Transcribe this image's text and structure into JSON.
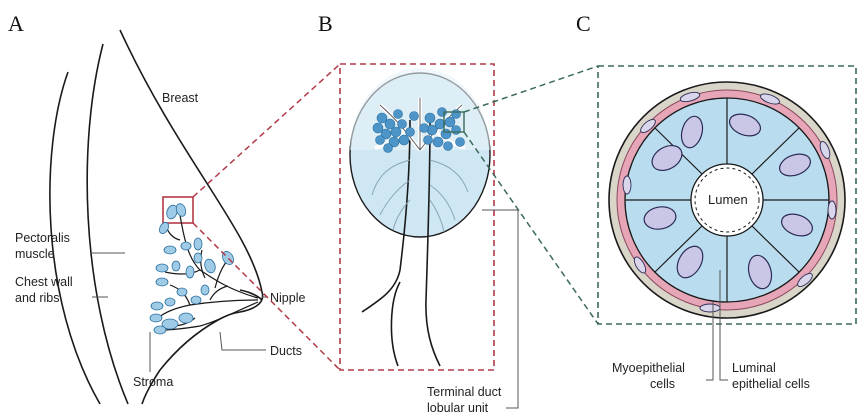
{
  "panels": {
    "a": "A",
    "b": "B",
    "c": "C"
  },
  "labels": {
    "breast": "Breast",
    "pectoralis_1": "Pectoralis",
    "pectoralis_2": "muscle",
    "chest_1": "Chest wall",
    "chest_2": "and ribs",
    "nipple": "Nipple",
    "ducts": "Ducts",
    "stroma": "Stroma",
    "tdlu_1": "Terminal duct",
    "tdlu_2": "lobular unit",
    "lumen": "Lumen",
    "myo_1": "Myoepithelial",
    "myo_2": "cells",
    "luminal_1": "Luminal",
    "luminal_2": "epithelial cells"
  },
  "colors": {
    "red_dash": "#b23a48",
    "green_dash": "#3a6b5a",
    "lobule_fill": "#cfe7f3",
    "alveoli": "#4d94c8",
    "epithelial": "#b9dcef",
    "nucleus": "#c9c6e6",
    "myoepithelial": "#e6a6b8",
    "basement": "#d9d6c9"
  }
}
